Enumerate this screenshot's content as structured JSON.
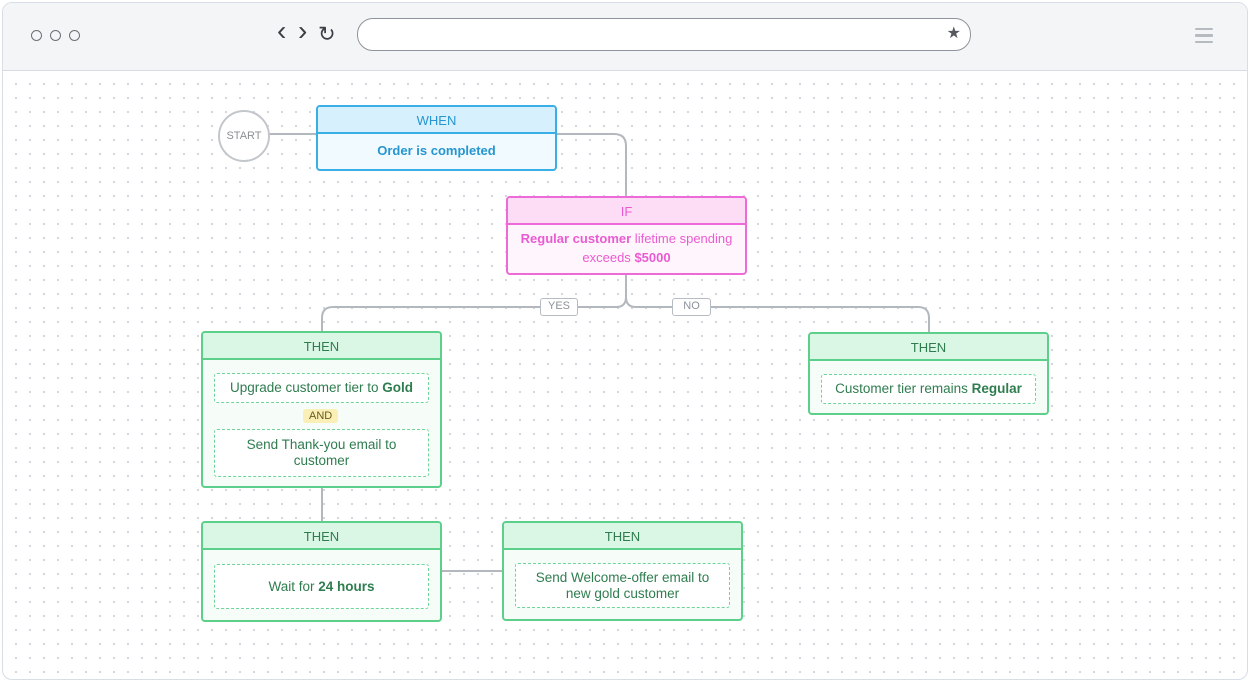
{
  "browser": {
    "nav": {
      "back_icon": "‹",
      "forward_icon": "›",
      "reload_icon": "↻"
    },
    "url": {
      "value": ""
    },
    "star_icon": "★"
  },
  "flow": {
    "start": "START",
    "when": {
      "header": "WHEN",
      "text": "Order is completed"
    },
    "if": {
      "header": "IF",
      "bold1": "Regular customer",
      "text1": " lifetime spending exceeds ",
      "bold2": "$5000"
    },
    "branches": {
      "yes": "YES",
      "no": "NO"
    },
    "then_yes": {
      "header": "THEN",
      "action1_text": "Upgrade customer tier to ",
      "action1_bold": "Gold",
      "connector": "AND",
      "action2_text": "Send Thank-you email to customer"
    },
    "then_no": {
      "header": "THEN",
      "action_text": "Customer tier remains ",
      "action_bold": "Regular"
    },
    "then_wait": {
      "header": "THEN",
      "action_text": "Wait for ",
      "action_bold": "24 hours"
    },
    "then_offer": {
      "header": "THEN",
      "action_text": "Send Welcome-offer email to new gold customer"
    }
  },
  "colors": {
    "when": "#3aaee6",
    "if": "#ee6ad8",
    "then": "#5ccf8b",
    "wire": "#b3b8be",
    "and_badge": "#fbefb8"
  }
}
